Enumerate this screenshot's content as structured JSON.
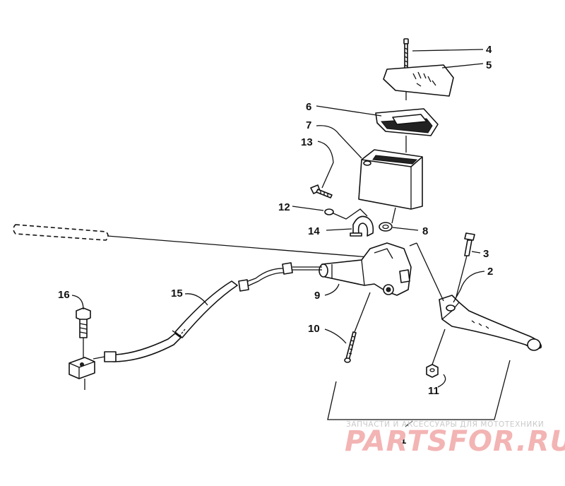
{
  "callouts": {
    "c1": "1",
    "c2": "2",
    "c3": "3",
    "c4": "4",
    "c5": "5",
    "c6": "6",
    "c7": "7",
    "c8": "8",
    "c9": "9",
    "c10": "10",
    "c11": "11",
    "c12": "12",
    "c13": "13",
    "c14": "14",
    "c15": "15",
    "c16": "16"
  },
  "watermark": {
    "tagline": "ЗАПЧАСТИ И АКСЕССУАРЫ ДЛЯ МОТОТЕХНИКИ",
    "brand": "PARTSFOR.RU",
    "color": "#f3b4b4"
  }
}
